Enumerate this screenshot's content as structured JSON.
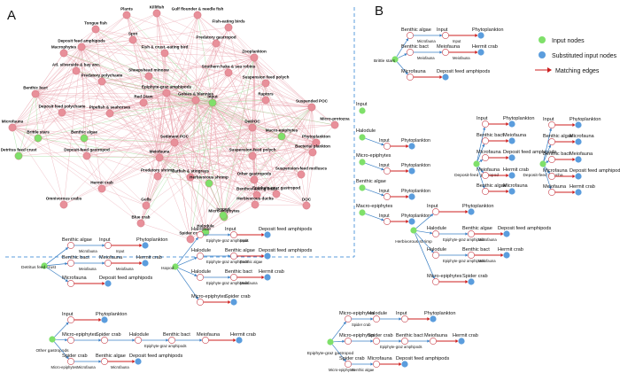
{
  "panels": {
    "a": "A",
    "b": "B"
  },
  "colors": {
    "input_node": "#7fe06a",
    "substituted_node": "#5b9ddd",
    "red_node": "#e8909a",
    "network_edge": "#e8a0aa",
    "green_edge": "#8fd88a",
    "match_edge": "#cc1f1f",
    "tree_edge": "#3a7fc4",
    "divider": "#5b9ddd"
  },
  "legend": {
    "input": "Input nodes",
    "substituted": "Substituted input nodes",
    "matching": "Matching edges"
  },
  "network": {
    "nodes": [
      {
        "label": "Plants",
        "color": "red"
      },
      {
        "label": "Killifish",
        "color": "red"
      },
      {
        "label": "Gulf flounder & needle fish",
        "color": "red"
      },
      {
        "label": "Tongue fish",
        "color": "red"
      },
      {
        "label": "Fish-eating birds",
        "color": "red"
      },
      {
        "label": "Deposit feed amphipods",
        "color": "red"
      },
      {
        "label": "Spot",
        "color": "red"
      },
      {
        "label": "Predatory gastropod",
        "color": "red"
      },
      {
        "label": "Macrophytes",
        "color": "red"
      },
      {
        "label": "Fish & crust.-eating bird",
        "color": "red"
      },
      {
        "label": "Zooplankton",
        "color": "red"
      },
      {
        "label": "Atl. silverside & bay anc.",
        "color": "red"
      },
      {
        "label": "Sheepshead minnow",
        "color": "red"
      },
      {
        "label": "Southern hake & sea robins",
        "color": "red"
      },
      {
        "label": "Predatory polychaete",
        "color": "red"
      },
      {
        "label": "Suspension feed polych",
        "color": "red"
      },
      {
        "label": "Benthic bact",
        "color": "red"
      },
      {
        "label": "Epiphyte-graz amphipods",
        "color": "red"
      },
      {
        "label": "Raptors",
        "color": "red"
      },
      {
        "label": "Gobies & blennies",
        "color": "red"
      },
      {
        "label": "Red Diam",
        "color": "red"
      },
      {
        "label": "Input",
        "color": "green"
      },
      {
        "label": "Suspended POC",
        "color": "red"
      },
      {
        "label": "Deposit feed polychaete",
        "color": "red"
      },
      {
        "label": "Pipefish & seahorses",
        "color": "red"
      },
      {
        "label": "Microfauna",
        "color": "red"
      },
      {
        "label": "DetPOC",
        "color": "red"
      },
      {
        "label": "Micro-protozoa",
        "color": "red"
      },
      {
        "label": "Brittle stars",
        "color": "green"
      },
      {
        "label": "Benthic algae",
        "color": "green"
      },
      {
        "label": "Sediment POC",
        "color": "red"
      },
      {
        "label": "Macro-epiphytes",
        "color": "green"
      },
      {
        "label": "Phytoplankton",
        "color": "red"
      },
      {
        "label": "Bacterial plankton",
        "color": "red"
      },
      {
        "label": "Detritus feed crust",
        "color": "green"
      },
      {
        "label": "Deposit-feed gastropod",
        "color": "red"
      },
      {
        "label": "Suspension-feed polych",
        "color": "red"
      },
      {
        "label": "Meiofauna",
        "color": "red"
      },
      {
        "label": "Other gastropods",
        "color": "red"
      },
      {
        "label": "Suspension-feed molluscs",
        "color": "red"
      },
      {
        "label": "Hermit crab",
        "color": "red"
      },
      {
        "label": "Predatory shrimp",
        "color": "red"
      },
      {
        "label": "Catfish & stingrays",
        "color": "red"
      },
      {
        "label": "Herbivorous shrimp",
        "color": "green"
      },
      {
        "label": "Benthos-eating birds",
        "color": "red"
      },
      {
        "label": "Epiphyte-graz gastropod",
        "color": "red"
      },
      {
        "label": "DOC",
        "color": "red"
      },
      {
        "label": "Omnivorous crabs",
        "color": "red"
      },
      {
        "label": "Gulls",
        "color": "red"
      },
      {
        "label": "Herbivorous ducks",
        "color": "red"
      },
      {
        "label": "Micro-epiphytes",
        "color": "green"
      },
      {
        "label": "Blue crab",
        "color": "red"
      },
      {
        "label": "Isopod",
        "color": "green"
      },
      {
        "label": "Halodule",
        "color": "green"
      },
      {
        "label": "Spider crab",
        "color": "red"
      }
    ]
  },
  "singles": [
    {
      "label": "Input"
    },
    {
      "label": "Halodule",
      "child": "Input",
      "sub": "Phytoplankton"
    },
    {
      "label": "Micro-epiphytes",
      "child": "Input",
      "sub": "Phytoplankton"
    },
    {
      "label": "Benthic algae",
      "child": "Input",
      "sub": "Phytoplankton"
    },
    {
      "label": "Macro-epiphytes",
      "child": "Input",
      "sub": "Phytoplankton"
    }
  ],
  "trees": [
    {
      "root": "Brittle stars",
      "rows": [
        {
          "chain": [
            "Benthic algae",
            "Input",
            "Phytoplankton"
          ],
          "edges": [
            "",
            "Microfauna",
            "Input"
          ]
        },
        {
          "chain": [
            "Benthic bact",
            "Meiofauna",
            "Hermit crab"
          ],
          "edges": [
            "",
            "Meiofauna",
            "Meiofauna"
          ]
        },
        {
          "chain": [
            "Microfauna",
            "Deposit feed amphipods"
          ],
          "edges": [
            "",
            ""
          ]
        }
      ]
    },
    {
      "root": "Deposit-feed gastropod",
      "rows": [
        {
          "chain": [
            "Input",
            "Phytoplankton"
          ]
        },
        {
          "chain": [
            "Benthic bact",
            "Meiofauna"
          ]
        },
        {
          "chain": [
            "Microfauna",
            "Deposit feed amphipods"
          ]
        },
        {
          "chain": [
            "Meiofauna",
            "Hermit crab"
          ]
        },
        {
          "chain": [
            "Benthic algae",
            "Microfauna"
          ]
        }
      ]
    },
    {
      "root": "Deposit-feed polycha",
      "rows": [
        {
          "chain": [
            "Input",
            "Phytoplankton"
          ]
        },
        {
          "chain": [
            "Benthic algae",
            "Microfauna"
          ]
        },
        {
          "chain": [
            "Benthic bact",
            "Meiofauna"
          ]
        },
        {
          "chain": [
            "Microfauna",
            "Deposit feed amphipods"
          ]
        },
        {
          "chain": [
            "Meiofauna",
            "Hermit crab"
          ]
        }
      ]
    },
    {
      "root": "Detritus feed crust",
      "rows": [
        {
          "chain": [
            "Benthic algae",
            "Input",
            "Phytoplankton"
          ],
          "edges": [
            "",
            "Microfauna",
            "Input"
          ]
        },
        {
          "chain": [
            "Benthic bact",
            "Meiofauna",
            "Hermit crab"
          ],
          "edges": [
            "",
            "Meiofauna",
            "Meiofauna"
          ]
        },
        {
          "chain": [
            "Microfauna",
            "Deposit feed amphipods"
          ],
          "edges": [
            "",
            ""
          ]
        }
      ]
    },
    {
      "root": "Isopod",
      "rows": [
        {
          "chain": [
            "Halodule",
            "Input",
            "Deposit feed amphipods"
          ],
          "edges": [
            "",
            "Epiphyte-graz amphipods",
            "Input"
          ]
        },
        {
          "chain": [
            "Halodule",
            "Benthic algae",
            "Deposit feed amphipods"
          ],
          "edges": [
            "",
            "Epiphyte-graz amphipods",
            "Benthic algae"
          ]
        },
        {
          "chain": [
            "Halodule",
            "Benthic bact",
            "Hermit crab"
          ],
          "edges": [
            "",
            "Epiphyte-graz amphipods",
            "Meiofauna"
          ]
        },
        {
          "chain": [
            "Micro-epiphytes",
            "Spider crab"
          ],
          "edges": [
            "",
            ""
          ]
        }
      ]
    },
    {
      "root": "Herbivorous shrimp",
      "rows": [
        {
          "chain": [
            "Input",
            "Phytoplankton"
          ],
          "edges": [
            "",
            ""
          ]
        },
        {
          "chain": [
            "Halodule",
            "Benthic algae",
            "Deposit feed amphipods"
          ],
          "edges": [
            "",
            "Epiphyte-graz amphipods",
            "Microfauna"
          ]
        },
        {
          "chain": [
            "Halodule",
            "Benthic bact",
            "Hermit crab"
          ],
          "edges": [
            "",
            "Epiphyte-graz amphipods",
            "Meiofauna"
          ]
        },
        {
          "chain": [
            "Micro-epiphytes",
            "Spider crab"
          ],
          "edges": [
            "",
            ""
          ]
        }
      ]
    },
    {
      "root": "Other gastropods",
      "rows": [
        {
          "chain": [
            "Input",
            "Phytoplankton"
          ],
          "edges": [
            "",
            ""
          ]
        },
        {
          "chain": [
            "Micro-epiphytes",
            "Spider crab",
            "Halodule",
            "Benthic bact",
            "Meiofauna",
            "Hermit crab"
          ],
          "edges": [
            "",
            "",
            "",
            "Epiphyte-graz amphipods",
            "",
            ""
          ]
        },
        {
          "chain": [
            "Spider crab",
            "Benthic algae",
            "Deposit feed amphipods"
          ],
          "edges": [
            "Micro-epiphytes",
            "Microfauna",
            "Microfauna"
          ]
        }
      ]
    },
    {
      "root": "Epiphyte-graz gastropod",
      "rows": [
        {
          "chain": [
            "Micro-epiphytes",
            "Halodule",
            "Input",
            "Phytoplankton"
          ],
          "edges": [
            "",
            "Spider crab",
            "",
            ""
          ]
        },
        {
          "chain": [
            "Micro-epiphytes",
            "Spider crab",
            "Benthic bact",
            "Meiofauna",
            "Hermit crab"
          ],
          "edges": [
            "",
            "",
            "Epiphyte-graz amphipods",
            "",
            ""
          ]
        },
        {
          "chain": [
            "Spider crab",
            "Microfauna",
            "Deposit feed amphipods"
          ],
          "edges": [
            "Micro-epiphytes",
            "Benthic algae",
            ""
          ]
        }
      ]
    }
  ]
}
